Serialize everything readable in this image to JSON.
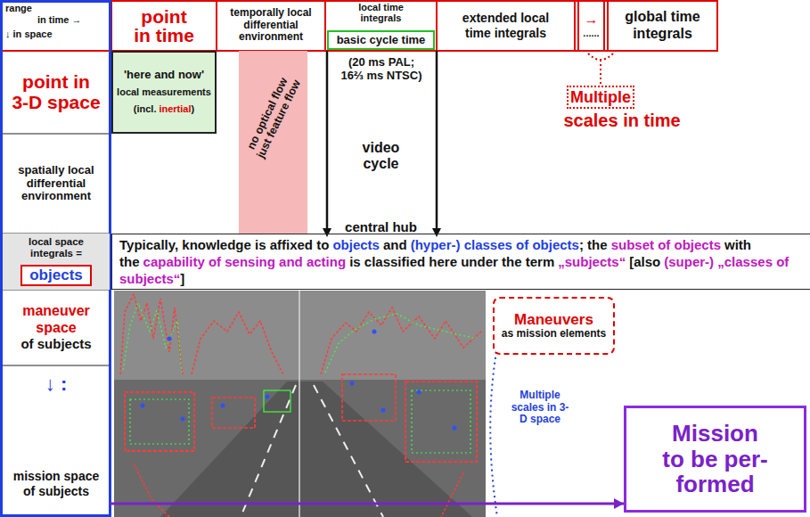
{
  "diagram": {
    "nodes": [
      {
        "text": [
          "range",
          "in time →",
          "↓ in space"
        ]
      },
      {
        "text": [
          "point in time"
        ]
      },
      {
        "text": [
          "temporally local differential environment"
        ]
      },
      {
        "text": [
          "local time integrals"
        ]
      },
      {
        "text": [
          "basic cycle time"
        ],
        "in": 3
      },
      {
        "text": [
          "extended local time integrals"
        ]
      },
      {
        "text": [
          "→",
          "......"
        ]
      },
      {
        "text": [
          "global time integrals"
        ]
      },
      {
        "text": [
          "point in 3-D space"
        ]
      },
      {
        "text": [
          "'here and now'",
          "local measurements (incl.",
          "inertial",
          ")"
        ]
      },
      {
        "text": [
          "no optical flow just feature flow"
        ]
      },
      {
        "text": [
          "(20 ms PAL; 16⅔ ms NTSC)",
          "video cycle",
          "central hub"
        ]
      },
      {
        "text": [
          "Multiple"
        ]
      },
      {
        "text": [
          "spatially local differential environment"
        ]
      },
      {
        "text": [
          "local space integrals ="
        ]
      },
      {
        "text": [
          "objects"
        ],
        "in": 14
      },
      {
        "text": [
          "Typically, knowledge is affixed to",
          "objects",
          "and",
          "(hyper-) classes of objects",
          "; the",
          "subset of objects",
          "with the",
          "capability of sensing and acting",
          "is classified here under the term",
          "„subjects“",
          "[also",
          "(super-) „classes of subjects“",
          "]"
        ]
      },
      {
        "text": [
          "maneuver space",
          "of subjects"
        ]
      },
      {
        "text": [
          "mission space of subjects"
        ]
      },
      {
        "text": [
          "Maneuvers",
          "as mission elements"
        ]
      },
      {
        "text": [
          "Multiple scales in 3-D space"
        ]
      },
      {
        "text": [
          "Mission to be per- formed"
        ]
      }
    ],
    "edges": [
      {
        "from": 18,
        "to": 21,
        "arrow": "to"
      }
    ],
    "labels": [
      "scales in time",
      "↓ :"
    ]
  }
}
